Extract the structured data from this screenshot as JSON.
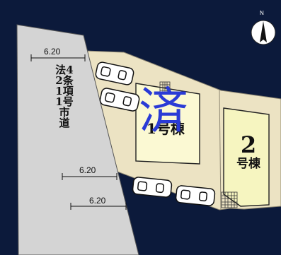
{
  "road": {
    "label": "法42条1項1号市道"
  },
  "dimensions": {
    "top": "6.20",
    "middle": "6.20",
    "bottom": "6.20"
  },
  "buildings": {
    "b1": {
      "number": "1",
      "label": "号棟"
    },
    "b2": {
      "number": "2",
      "label": "号棟"
    }
  },
  "stamp": {
    "text": "済"
  },
  "compass": {
    "label": "N"
  },
  "colors": {
    "background": "#0c1a3b",
    "lot": "#ece3c3",
    "building1": "#fbf9d3",
    "building2": "#f6f5c0",
    "road": "#d4d4d4",
    "stamp": "#2a3bd6"
  }
}
